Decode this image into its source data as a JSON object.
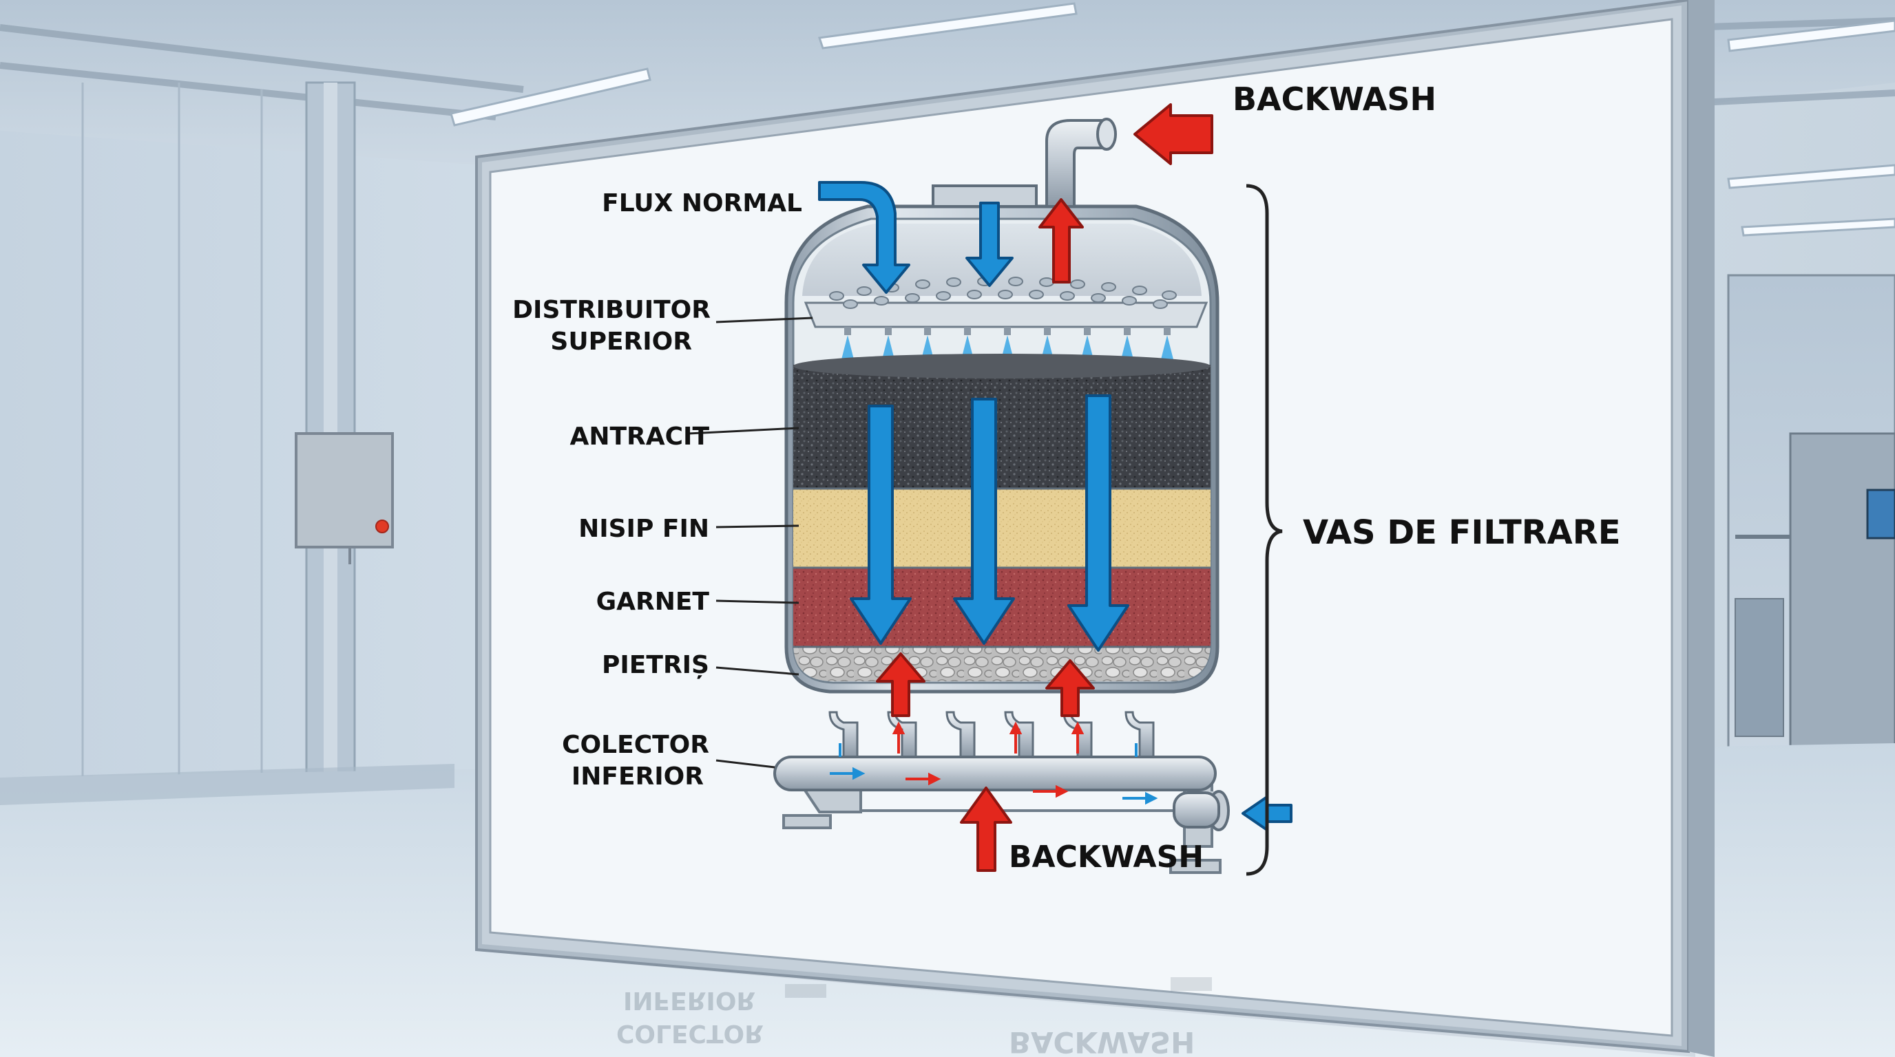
{
  "diagram": {
    "labels": {
      "flux_normal": "FLUX NORMAL",
      "distribuitor_line1": "DISTRIBUITOR",
      "distribuitor_line2": "SUPERIOR",
      "antracit": "ANTRACIT",
      "nisip_fin": "NISIP FIN",
      "garnet": "GARNET",
      "pietris": "PIETRIȘ",
      "colector_line1": "COLECTOR",
      "colector_line2": "INFERIOR",
      "backwash_top": "BACKWASH",
      "backwash_bottom": "BACKWASH",
      "vas_de_filtrare": "VAS DE FILTRARE"
    },
    "reflection": {
      "line1": "COLECTOR",
      "line2": "INFERIOR",
      "line3": "BACKWASH"
    },
    "colors": {
      "flow_normal": "#1d8fd6",
      "flow_backwash": "#e3271d",
      "antracit": "#3b3e44",
      "nisip_fin": "#e6cf93",
      "garnet": "#a6484a",
      "pietris": "#c4c4c4",
      "vessel": "#aab7c4"
    }
  }
}
